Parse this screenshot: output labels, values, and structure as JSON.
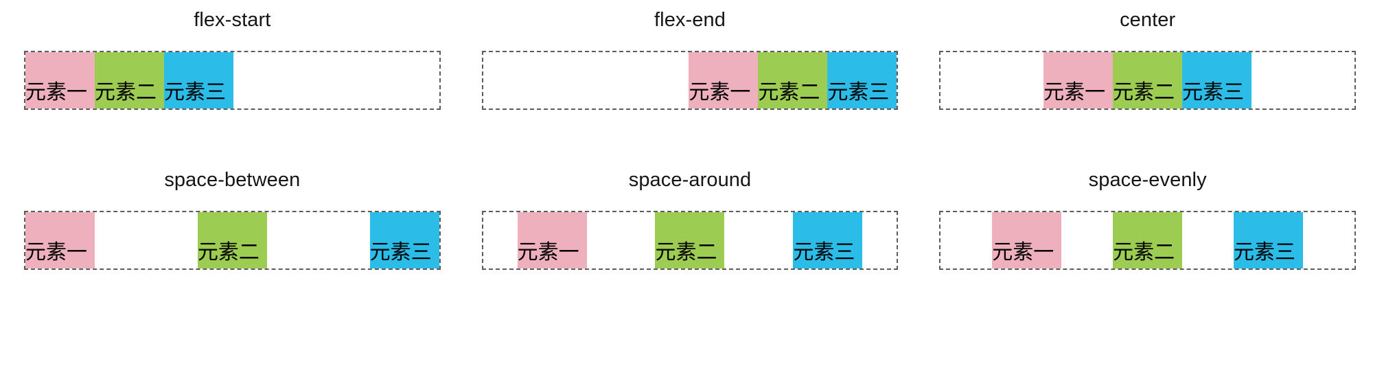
{
  "page": {
    "background": "#ffffff",
    "text_color": "#1a1a1a"
  },
  "colors": {
    "item_one": "#eeb0bd",
    "item_two": "#9ccc52",
    "item_three": "#2bbce8",
    "container_border": "#5c5c5c"
  },
  "items": {
    "one": "元素一",
    "two": "元素二",
    "three": "元素三"
  },
  "demos": [
    {
      "title": "flex-start",
      "justify": "flex-start",
      "items": [
        "元素一",
        "元素二",
        "元素三"
      ]
    },
    {
      "title": "flex-end",
      "justify": "flex-end",
      "items": [
        "元素一",
        "元素二",
        "元素三"
      ]
    },
    {
      "title": "center",
      "justify": "center",
      "items": [
        "元素一",
        "元素二",
        "元素三"
      ]
    },
    {
      "title": "space-between",
      "justify": "space-between",
      "items": [
        "元素一",
        "元素二",
        "元素三"
      ]
    },
    {
      "title": "space-around",
      "justify": "space-around",
      "items": [
        "元素一",
        "元素二",
        "元素三"
      ]
    },
    {
      "title": "space-evenly",
      "justify": "space-evenly",
      "items": [
        "元素一",
        "元素二",
        "元素三"
      ]
    }
  ]
}
